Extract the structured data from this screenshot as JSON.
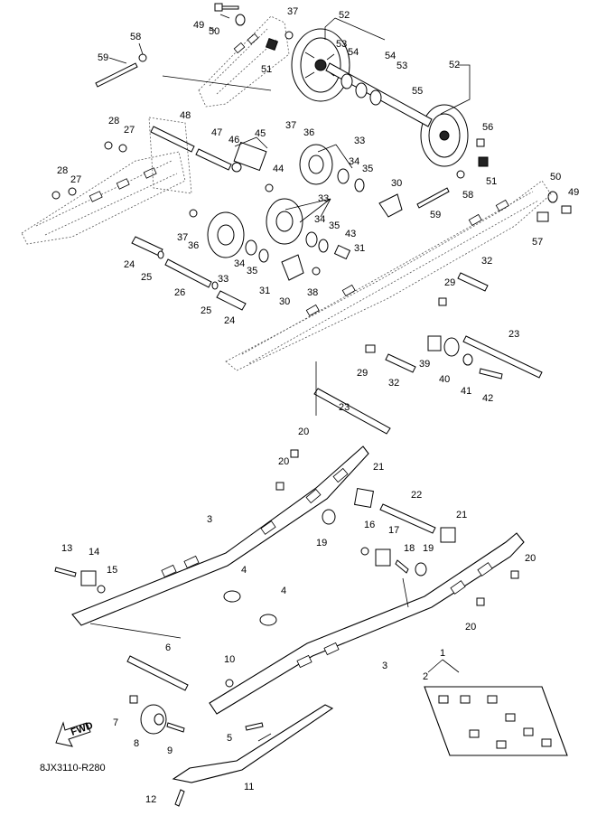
{
  "diagram_code": "8JX3110-R280",
  "fwd_label": "FWD",
  "callouts": {
    "c1": "1",
    "c2": "2",
    "c3a": "3",
    "c3b": "3",
    "c4a": "4",
    "c4b": "4",
    "c5": "5",
    "c6": "6",
    "c7": "7",
    "c8": "8",
    "c9": "9",
    "c10": "10",
    "c11": "11",
    "c12": "12",
    "c13": "13",
    "c14": "14",
    "c15": "15",
    "c16": "16",
    "c17": "17",
    "c18": "18",
    "c19a": "19",
    "c19b": "19",
    "c20a": "20",
    "c20b": "20",
    "c20c": "20",
    "c20d": "20",
    "c21a": "21",
    "c21b": "21",
    "c22": "22",
    "c23a": "23",
    "c23b": "23",
    "c24a": "24",
    "c24b": "24",
    "c25a": "25",
    "c25b": "25",
    "c26": "26",
    "c27a": "27",
    "c27b": "27",
    "c28a": "28",
    "c28b": "28",
    "c29a": "29",
    "c29b": "29",
    "c30a": "30",
    "c30b": "30",
    "c31a": "31",
    "c31b": "31",
    "c32a": "32",
    "c32b": "32",
    "c33a": "33",
    "c33b": "33",
    "c33c": "33",
    "c34a": "34",
    "c34b": "34",
    "c34c": "34",
    "c35a": "35",
    "c35b": "35",
    "c35c": "35",
    "c36a": "36",
    "c36b": "36",
    "c37a": "37",
    "c37b": "37",
    "c37c": "37",
    "c38": "38",
    "c39": "39",
    "c40": "40",
    "c41": "41",
    "c42": "42",
    "c43": "43",
    "c44": "44",
    "c45": "45",
    "c46": "46",
    "c47": "47",
    "c48": "48",
    "c49a": "49",
    "c49b": "49",
    "c50a": "50",
    "c50b": "50",
    "c51a": "51",
    "c51b": "51",
    "c52a": "52",
    "c52b": "52",
    "c53a": "53",
    "c53b": "53",
    "c54a": "54",
    "c54b": "54",
    "c55": "55",
    "c56": "56",
    "c57": "57",
    "c58a": "58",
    "c58b": "58",
    "c59a": "59",
    "c59b": "59"
  }
}
